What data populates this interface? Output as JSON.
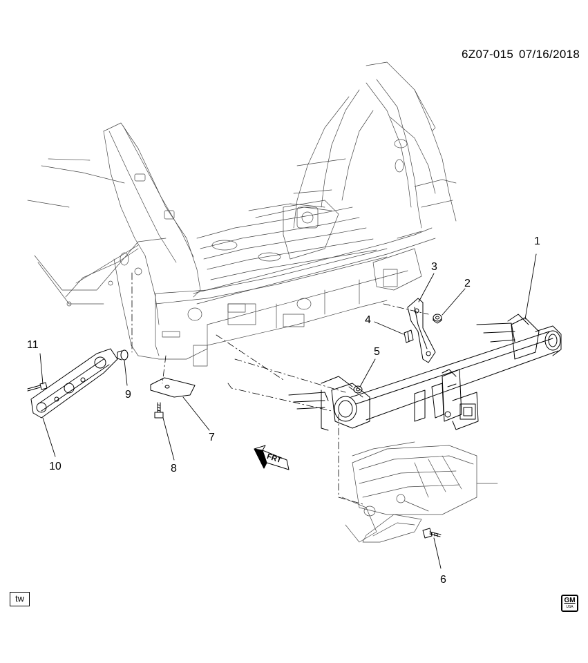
{
  "header": {
    "diagram_id": "6Z07-015",
    "date": "07/16/2018"
  },
  "callouts": [
    {
      "number": "1"
    },
    {
      "number": "2"
    },
    {
      "number": "3"
    },
    {
      "number": "4"
    },
    {
      "number": "5"
    },
    {
      "number": "6"
    },
    {
      "number": "7"
    },
    {
      "number": "8"
    },
    {
      "number": "9"
    },
    {
      "number": "10"
    },
    {
      "number": "11"
    }
  ],
  "front_arrow": {
    "label": "FRT"
  },
  "footer": {
    "tw_label": "tw",
    "gm_logo": {
      "letters": "GM",
      "sub": "USA"
    }
  }
}
